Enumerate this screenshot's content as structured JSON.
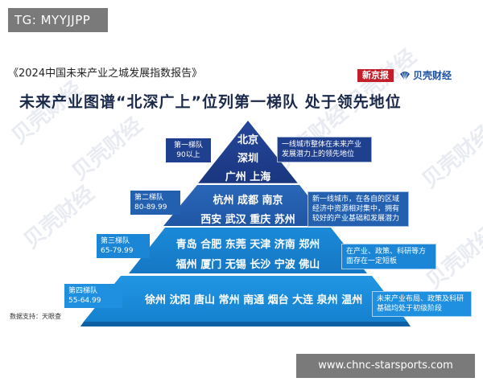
{
  "overlay_tag": "TG: MYYJJPP",
  "header": {
    "subtitle": "《2024中国未来产业之城发展指数报告》",
    "title": "未来产业图谱“北深广上”位列第一梯队 处于领先地位",
    "logo_xinjingbao": "新京报",
    "logo_beike": "贝壳财经"
  },
  "watermark": "贝壳财经",
  "tiers": [
    {
      "name": "第一梯队",
      "range": "90以上",
      "cities": [
        "北京",
        "深圳",
        "广州 上海"
      ],
      "description": "一线城市整体在未来产业发展潜力上的领先地位",
      "color": "#1f3f8f"
    },
    {
      "name": "第二梯队",
      "range": "80-89.99",
      "cities": [
        "杭州 成都 南京",
        "西安 武汉 重庆 苏州"
      ],
      "description": "新一线城市，在各自的区域经济中资源相对集中，拥有较好的产业基础和发展潜力",
      "color": "#2460b0"
    },
    {
      "name": "第三梯队",
      "range": "65-79.99",
      "cities": [
        "青岛 合肥 东莞 天津 济南 郑州",
        "福州 厦门 无锡 长沙 宁波 佛山"
      ],
      "description": "在产业、政策、科研等方面存在一定短板",
      "color": "#1b86d6"
    },
    {
      "name": "第四梯队",
      "range": "55-64.99",
      "cities": [
        "徐州 沈阳 唐山 常州 南通 烟台 大连 泉州 温州"
      ],
      "description": "未来产业布局、政策及科研基础均处于初级阶段",
      "color": "#1f8fe0"
    }
  ],
  "source": "数据支持：天眼查",
  "url": "www.chnc-starsports.com"
}
